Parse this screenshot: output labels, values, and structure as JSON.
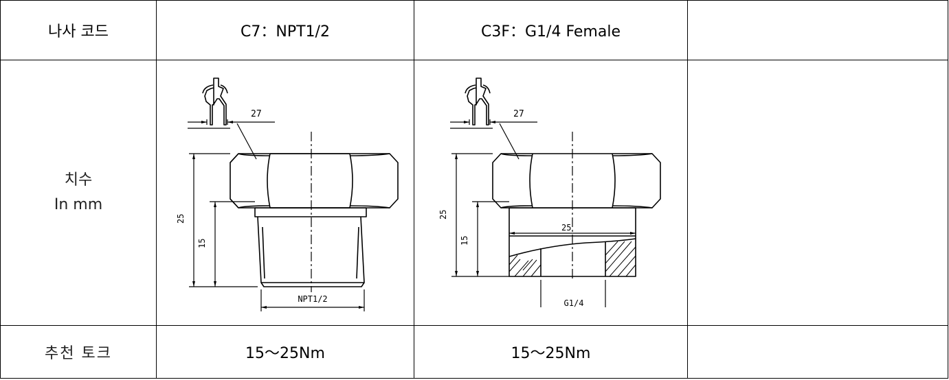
{
  "header": {
    "thread_code_label": "나사 코드",
    "col1": "C7：NPT1/2",
    "col2": "C3F：G1/4 Female",
    "col3": ""
  },
  "dimensions": {
    "label_line1": "치수",
    "label_line2": "In mm",
    "c7": {
      "wrench": "27",
      "height_total": "25",
      "height_thread": "15",
      "thread": "NPT1/2"
    },
    "c3f": {
      "wrench": "27",
      "height_total": "25",
      "height_thread": "15",
      "bore": "25",
      "thread": "G1/4"
    }
  },
  "torque": {
    "label": "추천 토크",
    "c7": "15～25Nm",
    "c3f": "15～25Nm",
    "col3": ""
  }
}
